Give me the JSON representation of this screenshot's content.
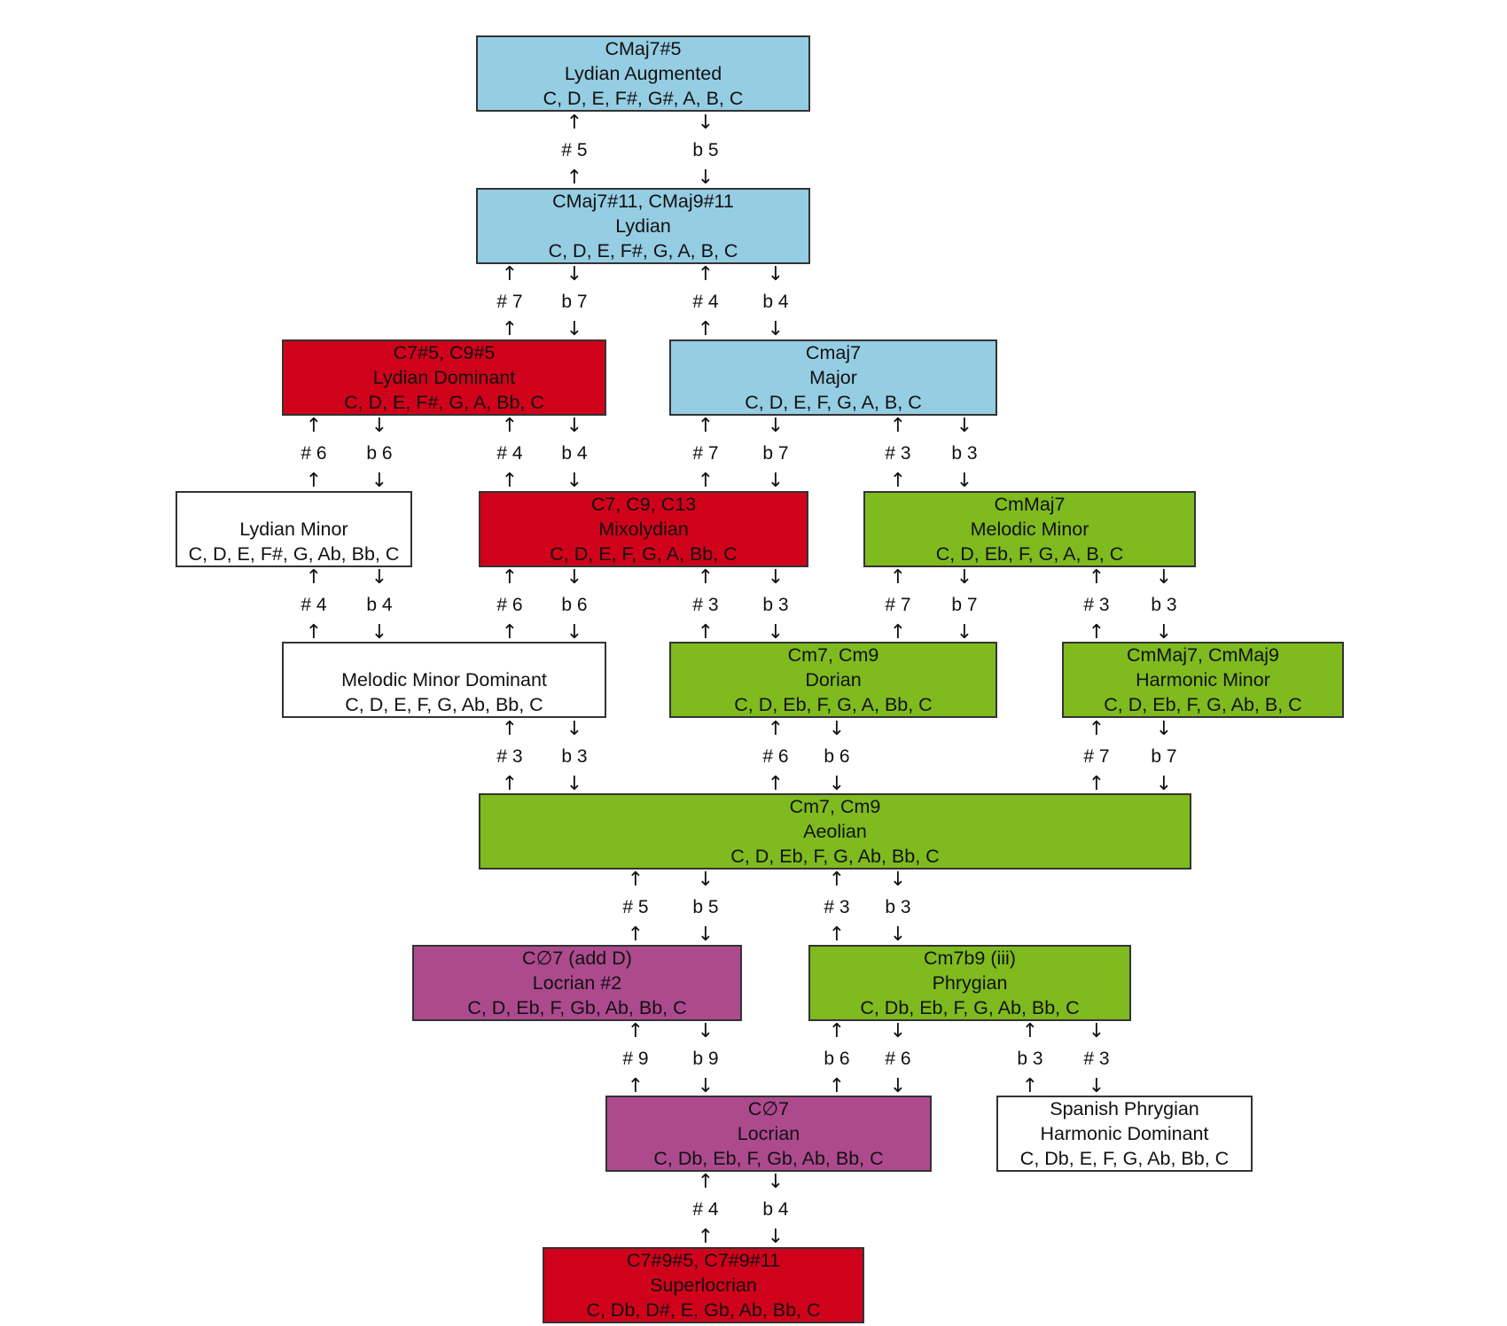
{
  "nodes": [
    {
      "id": "lydian-augmented",
      "color": "blue",
      "lines": [
        "CMaj7#5",
        "Lydian Augmented",
        "C, D, E, F#, G#, A, B, C"
      ]
    },
    {
      "id": "lydian",
      "color": "blue",
      "lines": [
        "CMaj7#11, CMaj9#11",
        "Lydian",
        "C, D, E, F#, G, A, B, C"
      ]
    },
    {
      "id": "lydian-dominant",
      "color": "red",
      "lines": [
        "C7#5, C9#5",
        "Lydian Dominant",
        "C, D, E, F#, G, A, Bb, C"
      ]
    },
    {
      "id": "major",
      "color": "blue",
      "lines": [
        "Cmaj7",
        "Major",
        "C, D, E, F, G, A, B, C"
      ]
    },
    {
      "id": "lydian-minor",
      "color": "white",
      "lines": [
        "",
        "Lydian Minor",
        "C, D, E, F#, G, Ab, Bb, C"
      ]
    },
    {
      "id": "mixolydian",
      "color": "red",
      "lines": [
        "C7, C9, C13",
        "Mixolydian",
        "C, D, E, F, G, A, Bb, C"
      ]
    },
    {
      "id": "melodic-minor",
      "color": "green",
      "lines": [
        "CmMaj7",
        "Melodic Minor",
        "C, D, Eb, F, G, A, B, C"
      ]
    },
    {
      "id": "melodic-minor-dominant",
      "color": "white",
      "lines": [
        "",
        "Melodic Minor Dominant",
        "C, D, E, F, G, Ab, Bb, C"
      ]
    },
    {
      "id": "dorian",
      "color": "green",
      "lines": [
        "Cm7, Cm9",
        "Dorian",
        "C, D, Eb, F, G, A, Bb, C"
      ]
    },
    {
      "id": "harmonic-minor",
      "color": "green",
      "lines": [
        "CmMaj7, CmMaj9",
        "Harmonic Minor",
        "C, D, Eb, F, G, Ab, B, C"
      ]
    },
    {
      "id": "aeolian",
      "color": "green",
      "lines": [
        "Cm7, Cm9",
        "Aeolian",
        "C, D, Eb, F, G, Ab, Bb, C"
      ]
    },
    {
      "id": "locrian-sharp2",
      "color": "purple",
      "lines": [
        "C∅7 (add D)",
        "Locrian #2",
        "C, D, Eb, F, Gb, Ab, Bb, C"
      ]
    },
    {
      "id": "phrygian",
      "color": "green",
      "lines": [
        "Cm7b9 (iii)",
        "Phrygian",
        "C, Db, Eb, F, G, Ab, Bb, C"
      ]
    },
    {
      "id": "locrian",
      "color": "purple",
      "lines": [
        "C∅7",
        "Locrian",
        "C, Db, Eb, F, Gb, Ab, Bb, C"
      ]
    },
    {
      "id": "spanish-phrygian",
      "color": "white",
      "lines": [
        "Spanish Phrygian",
        "Harmonic Dominant",
        "C, Db, E, F, G, Ab, Bb, C"
      ]
    },
    {
      "id": "superlocrian",
      "color": "red",
      "lines": [
        "C7#9#5, C7#9#11",
        "Superlocrian",
        "C, Db, D#, E, Gb, Ab, Bb, C"
      ]
    }
  ],
  "connectors": [
    {
      "dir": "up",
      "label": "# 5"
    },
    {
      "dir": "down",
      "label": "b 5"
    },
    {
      "dir": "up",
      "label": "# 7"
    },
    {
      "dir": "down",
      "label": "b 7"
    },
    {
      "dir": "up",
      "label": "# 4"
    },
    {
      "dir": "down",
      "label": "b 4"
    },
    {
      "dir": "up",
      "label": "# 6"
    },
    {
      "dir": "down",
      "label": "b 6"
    },
    {
      "dir": "up",
      "label": "# 4"
    },
    {
      "dir": "down",
      "label": "b 4"
    },
    {
      "dir": "up",
      "label": "# 7"
    },
    {
      "dir": "down",
      "label": "b 7"
    },
    {
      "dir": "up",
      "label": "# 3"
    },
    {
      "dir": "down",
      "label": "b 3"
    },
    {
      "dir": "up",
      "label": "# 4"
    },
    {
      "dir": "down",
      "label": "b 4"
    },
    {
      "dir": "up",
      "label": "# 6"
    },
    {
      "dir": "down",
      "label": "b 6"
    },
    {
      "dir": "up",
      "label": "# 3"
    },
    {
      "dir": "down",
      "label": "b 3"
    },
    {
      "dir": "up",
      "label": "# 7"
    },
    {
      "dir": "down",
      "label": "b 7"
    },
    {
      "dir": "up",
      "label": "# 3"
    },
    {
      "dir": "down",
      "label": "b 3"
    },
    {
      "dir": "up",
      "label": "# 3"
    },
    {
      "dir": "down",
      "label": "b 3"
    },
    {
      "dir": "up",
      "label": "# 6"
    },
    {
      "dir": "down",
      "label": "b 6"
    },
    {
      "dir": "up",
      "label": "# 7"
    },
    {
      "dir": "down",
      "label": "b 7"
    },
    {
      "dir": "up",
      "label": "# 5"
    },
    {
      "dir": "down",
      "label": "b 5"
    },
    {
      "dir": "up",
      "label": "# 3"
    },
    {
      "dir": "down",
      "label": "b 3"
    },
    {
      "dir": "up",
      "label": "# 9"
    },
    {
      "dir": "down",
      "label": "b 9"
    },
    {
      "dir": "up",
      "label": "b 6"
    },
    {
      "dir": "down",
      "label": "# 6"
    },
    {
      "dir": "up",
      "label": "b 3"
    },
    {
      "dir": "down",
      "label": "# 3"
    },
    {
      "dir": "up",
      "label": "# 4"
    },
    {
      "dir": "down",
      "label": "b 4"
    }
  ]
}
